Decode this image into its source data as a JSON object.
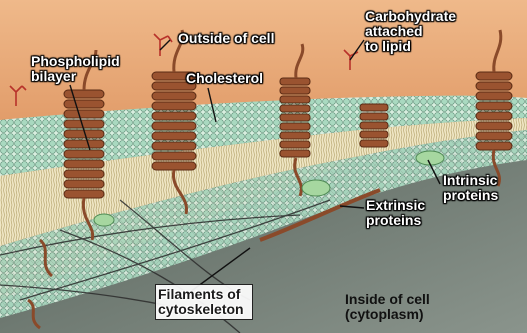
{
  "labels": {
    "outside_of_cell": "Outside of cell",
    "carbohydrate_line1": "Carbohydrate",
    "carbohydrate_line2": "attached",
    "carbohydrate_line3": "to lipid",
    "phospholipid_line1": "Phospholipid",
    "phospholipid_line2": "bilayer",
    "cholesterol": "Cholesterol",
    "intrinsic_line1": "Intrinsic",
    "intrinsic_line2": "proteins",
    "extrinsic_line1": "Extrinsic",
    "extrinsic_line2": "proteins",
    "filaments_line1": "Filaments of",
    "filaments_line2": "cytoskeleton",
    "inside_line1": "Inside of cell",
    "inside_line2": "(cytoplasm)"
  },
  "colors": {
    "outside_top": "#e9a36a",
    "outside_bottom": "#c96a3a",
    "membrane_heads": "#9fd3b8",
    "membrane_tails": "#e6ddb4",
    "protein": "#8a4a2a",
    "cytoplasm": "#6f7a72",
    "extrinsic": "#a6d7a0"
  },
  "icons": [
    "protein-helix-icon",
    "carbohydrate-chain-icon"
  ]
}
